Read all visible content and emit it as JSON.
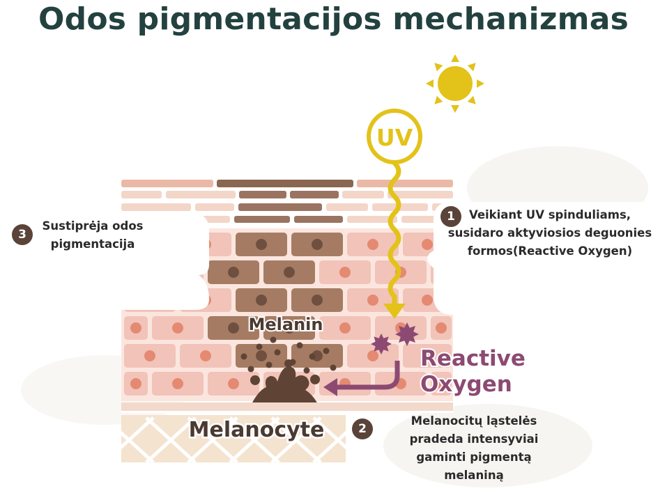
{
  "title": "Odos pigmentacijos mechanizmas",
  "labels": {
    "uv": "UV",
    "melanin": "Melanin",
    "reactive_line1": "Reactive",
    "reactive_line2": "Oxygen",
    "melanocyte": "Melanocyte"
  },
  "steps": [
    {
      "number": "1",
      "lines": [
        "Veikiant UV spinduliams,",
        "susidaro aktyviosios deguonies",
        "formos(Reactive Oxygen)"
      ]
    },
    {
      "number": "2",
      "lines": [
        "Melanocitų ląstelės",
        "pradeda intensyviai",
        "gaminti pigmentą",
        "melaniną"
      ]
    },
    {
      "number": "3",
      "lines": [
        "Sustiprėja odos",
        "pigmentacija"
      ]
    }
  ],
  "colors": {
    "title": "#23413f",
    "sun": "#e3c21a",
    "uv_ray": "#e3c21a",
    "skin_cell": "#f2c3b8",
    "skin_nucleus": "#e48a72",
    "pigmented_cell": "#a57c63",
    "pigmented_nucleus": "#6f5040",
    "melanocyte": "#5f4435",
    "reactive_oxygen": "#8c4a72",
    "badge": "#5a4338"
  }
}
